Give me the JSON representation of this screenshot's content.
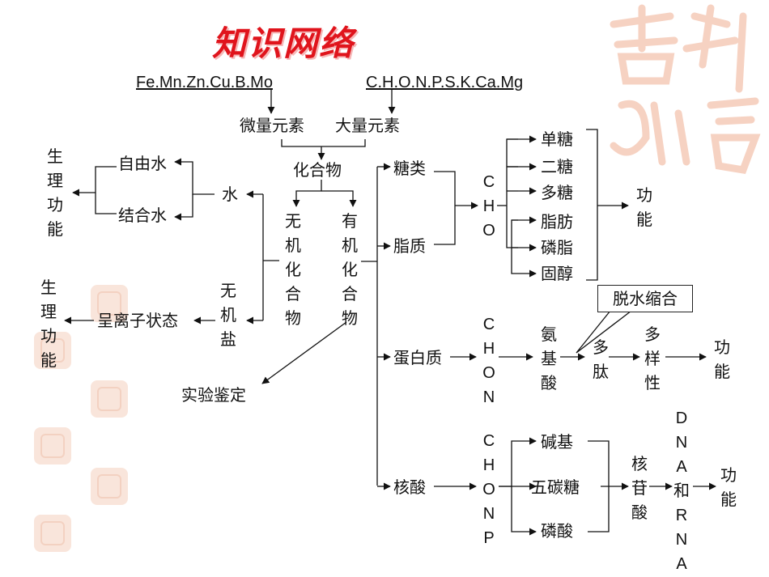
{
  "title": "知识网络",
  "micro_elements": "Fe.Mn.Zn.Cu.B.Mo",
  "macro_elements": "C.H.O.N.P.S.K.Ca.Mg",
  "micro_label": "微量元素",
  "macro_label": "大量元素",
  "compound": "化合物",
  "inorganic": "无机化合物",
  "organic": "有机化合物",
  "water": "水",
  "free_water": "自由水",
  "bound_water": "结合水",
  "bio_function_1": "生理功能",
  "bio_function_2": "生理功能",
  "inorganic_salt": "无机盐",
  "ion_state": "呈离子状态",
  "experiment": "实验鉴定",
  "sugar": "糖类",
  "lipid": "脂质",
  "protein": "蛋白质",
  "nucleic_acid": "核酸",
  "cho": "CHO",
  "chon": "CHON",
  "chonp": "CHONP",
  "monosaccharide": "单糖",
  "disaccharide": "二糖",
  "polysaccharide": "多糖",
  "fat": "脂肪",
  "phospholipid": "磷脂",
  "sterol": "固醇",
  "function_1": "功能",
  "dehydration": "脱水缩合",
  "amino_acid": "氨基酸",
  "peptide": "多肽",
  "diversity": "多样性",
  "function_2": "功能",
  "base": "碱基",
  "pentose": "五碳糖",
  "phosphate": "磷酸",
  "nucleotide": "核苷酸",
  "dna_rna": "DNA和RNA",
  "function_3": "功能",
  "colors": {
    "title": "#e0141c",
    "line": "#111111",
    "seal": "#f7ddd0"
  }
}
